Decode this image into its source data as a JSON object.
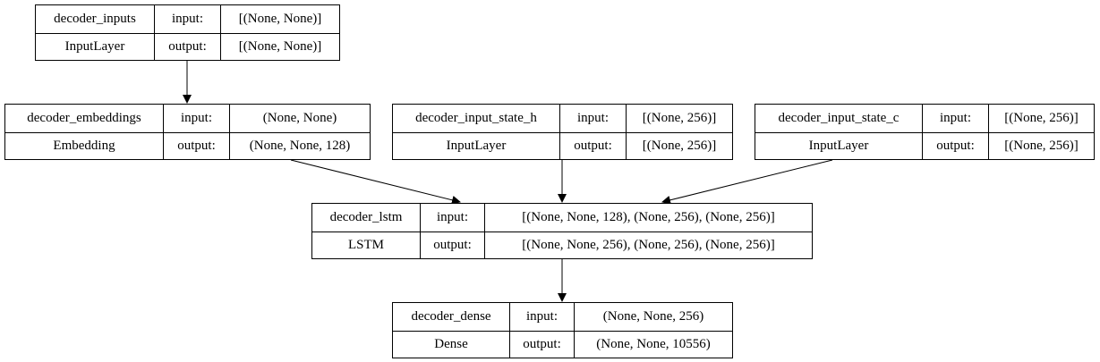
{
  "nodes": {
    "decoder_inputs": {
      "name": "decoder_inputs",
      "layer_type": "InputLayer",
      "input_label": "input:",
      "output_label": "output:",
      "input_shape": "[(None, None)]",
      "output_shape": "[(None, None)]"
    },
    "decoder_embeddings": {
      "name": "decoder_embeddings",
      "layer_type": "Embedding",
      "input_label": "input:",
      "output_label": "output:",
      "input_shape": "(None, None)",
      "output_shape": "(None, None, 128)"
    },
    "decoder_input_state_h": {
      "name": "decoder_input_state_h",
      "layer_type": "InputLayer",
      "input_label": "input:",
      "output_label": "output:",
      "input_shape": "[(None, 256)]",
      "output_shape": "[(None, 256)]"
    },
    "decoder_input_state_c": {
      "name": "decoder_input_state_c",
      "layer_type": "InputLayer",
      "input_label": "input:",
      "output_label": "output:",
      "input_shape": "[(None, 256)]",
      "output_shape": "[(None, 256)]"
    },
    "decoder_lstm": {
      "name": "decoder_lstm",
      "layer_type": "LSTM",
      "input_label": "input:",
      "output_label": "output:",
      "input_shape": "[(None, None, 128), (None, 256), (None, 256)]",
      "output_shape": "[(None, None, 256), (None, 256), (None, 256)]"
    },
    "decoder_dense": {
      "name": "decoder_dense",
      "layer_type": "Dense",
      "input_label": "input:",
      "output_label": "output:",
      "input_shape": "(None, None, 256)",
      "output_shape": "(None, None, 10556)"
    }
  },
  "edges": [
    {
      "from": "decoder_inputs",
      "to": "decoder_embeddings"
    },
    {
      "from": "decoder_embeddings",
      "to": "decoder_lstm"
    },
    {
      "from": "decoder_input_state_h",
      "to": "decoder_lstm"
    },
    {
      "from": "decoder_input_state_c",
      "to": "decoder_lstm"
    },
    {
      "from": "decoder_lstm",
      "to": "decoder_dense"
    }
  ],
  "colors": {
    "stroke": "#000000",
    "background": "#ffffff"
  }
}
